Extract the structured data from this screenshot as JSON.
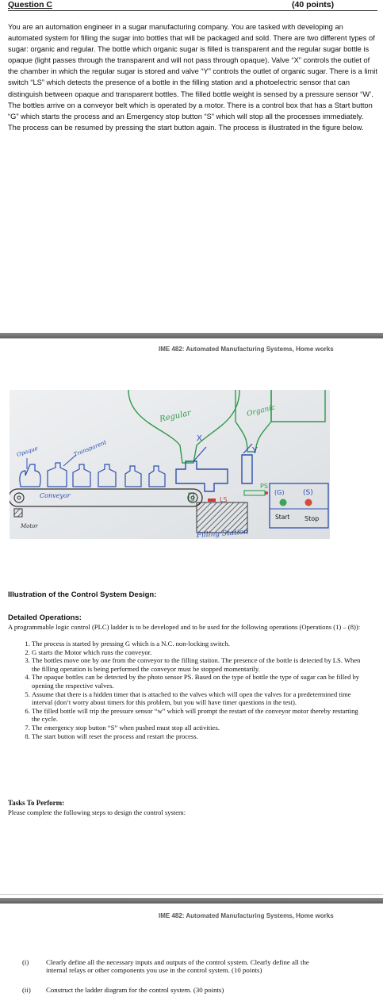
{
  "header": {
    "question": "Question C",
    "points": "(40 points)"
  },
  "intro": "You are an automation engineer in a sugar manufacturing company. You are tasked with developing an automated system for filling the sugar into bottles that will be packaged and sold.  There are two different types of sugar: organic and regular. The bottle which organic sugar is filled is transparent and the regular sugar bottle is opaque (light passes through the transparent and will not pass through opaque).  Valve “X” controls the outlet of the chamber in which the regular sugar is stored and valve “Y” controls the outlet of organic sugar. There is a limit switch “LS” which detects the presence of a bottle in the filling station and a photoelectric sensor that can distinguish between opaque and transparent bottles. The filled bottle weight is sensed by a pressure sensor “W’. The bottles arrive on a conveyor belt which is operated by a motor. There is a control box that has a Start button “G” which starts the process and an Emergency stop button “S” which will stop all the processes immediately. The process can be resumed by pressing the start button again. The process is illustrated in the figure below.",
  "running_header": "IME 482: Automated Manufacturing Systems, Home works",
  "figure": {
    "labels": {
      "regular": "Regular",
      "organic": "Organic",
      "opaque": "Opaque",
      "transparent": "Transparent",
      "conveyor": "Conveyor",
      "motor": "Motor",
      "x": "X",
      "y": "Y",
      "ps": "PS",
      "ls": "LS",
      "filling_station": "Filling Station",
      "g": "(G)",
      "s": "(S)",
      "start": "Start",
      "stop": "Stop"
    },
    "colors": {
      "green": "#2f9a4a",
      "blue": "#2d4fb0",
      "red": "#d23a3a",
      "start_green": "#3aa655",
      "stop_red": "#d84a3a"
    }
  },
  "caption": "Illustration of the Control System Design:",
  "detailed": {
    "heading": "Detailed Operations:",
    "intro": "A programmable logic control (PLC) ladder is to be developed and to be used for the following operations (Operations (1) – (8)):",
    "items": [
      "The process is started by pressing G which is a N.C. non-locking switch.",
      "G starts the Motor which runs the conveyor.",
      "The bottles move one by one from the conveyor to the filling station. The presence of the bottle is detected by LS. When the filling operation is being performed the conveyor must be stopped momentarily.",
      "The opaque bottles can be detected by the photo sensor PS. Based on the type of bottle the type of sugar can be filled by opening the respective valves.",
      "Assume that there is a hidden timer that is attached to the valves which will open the valves for a predetermined time interval (don’t worry about timers for this problem, but you will have timer questions in the test).",
      "The filled bottle will trip the pressure sensor “w” which will prompt the restart of the conveyor motor thereby restarting the cycle.",
      "The emergency stop button “S” when pushed must stop all activities.",
      "The start button will reset the process and restart the process."
    ]
  },
  "tasks": {
    "heading": "Tasks To Perform:",
    "intro": "Please complete the following steps to design the control system:",
    "items": [
      {
        "num": "(i)",
        "text": "Clearly define all the necessary inputs and outputs of the control system. Clearly define all the internal relays or other components you use in the control system. (10 points)"
      },
      {
        "num": "(ii)",
        "text": "Construct the ladder diagram for the control system. (30 points)"
      }
    ]
  }
}
